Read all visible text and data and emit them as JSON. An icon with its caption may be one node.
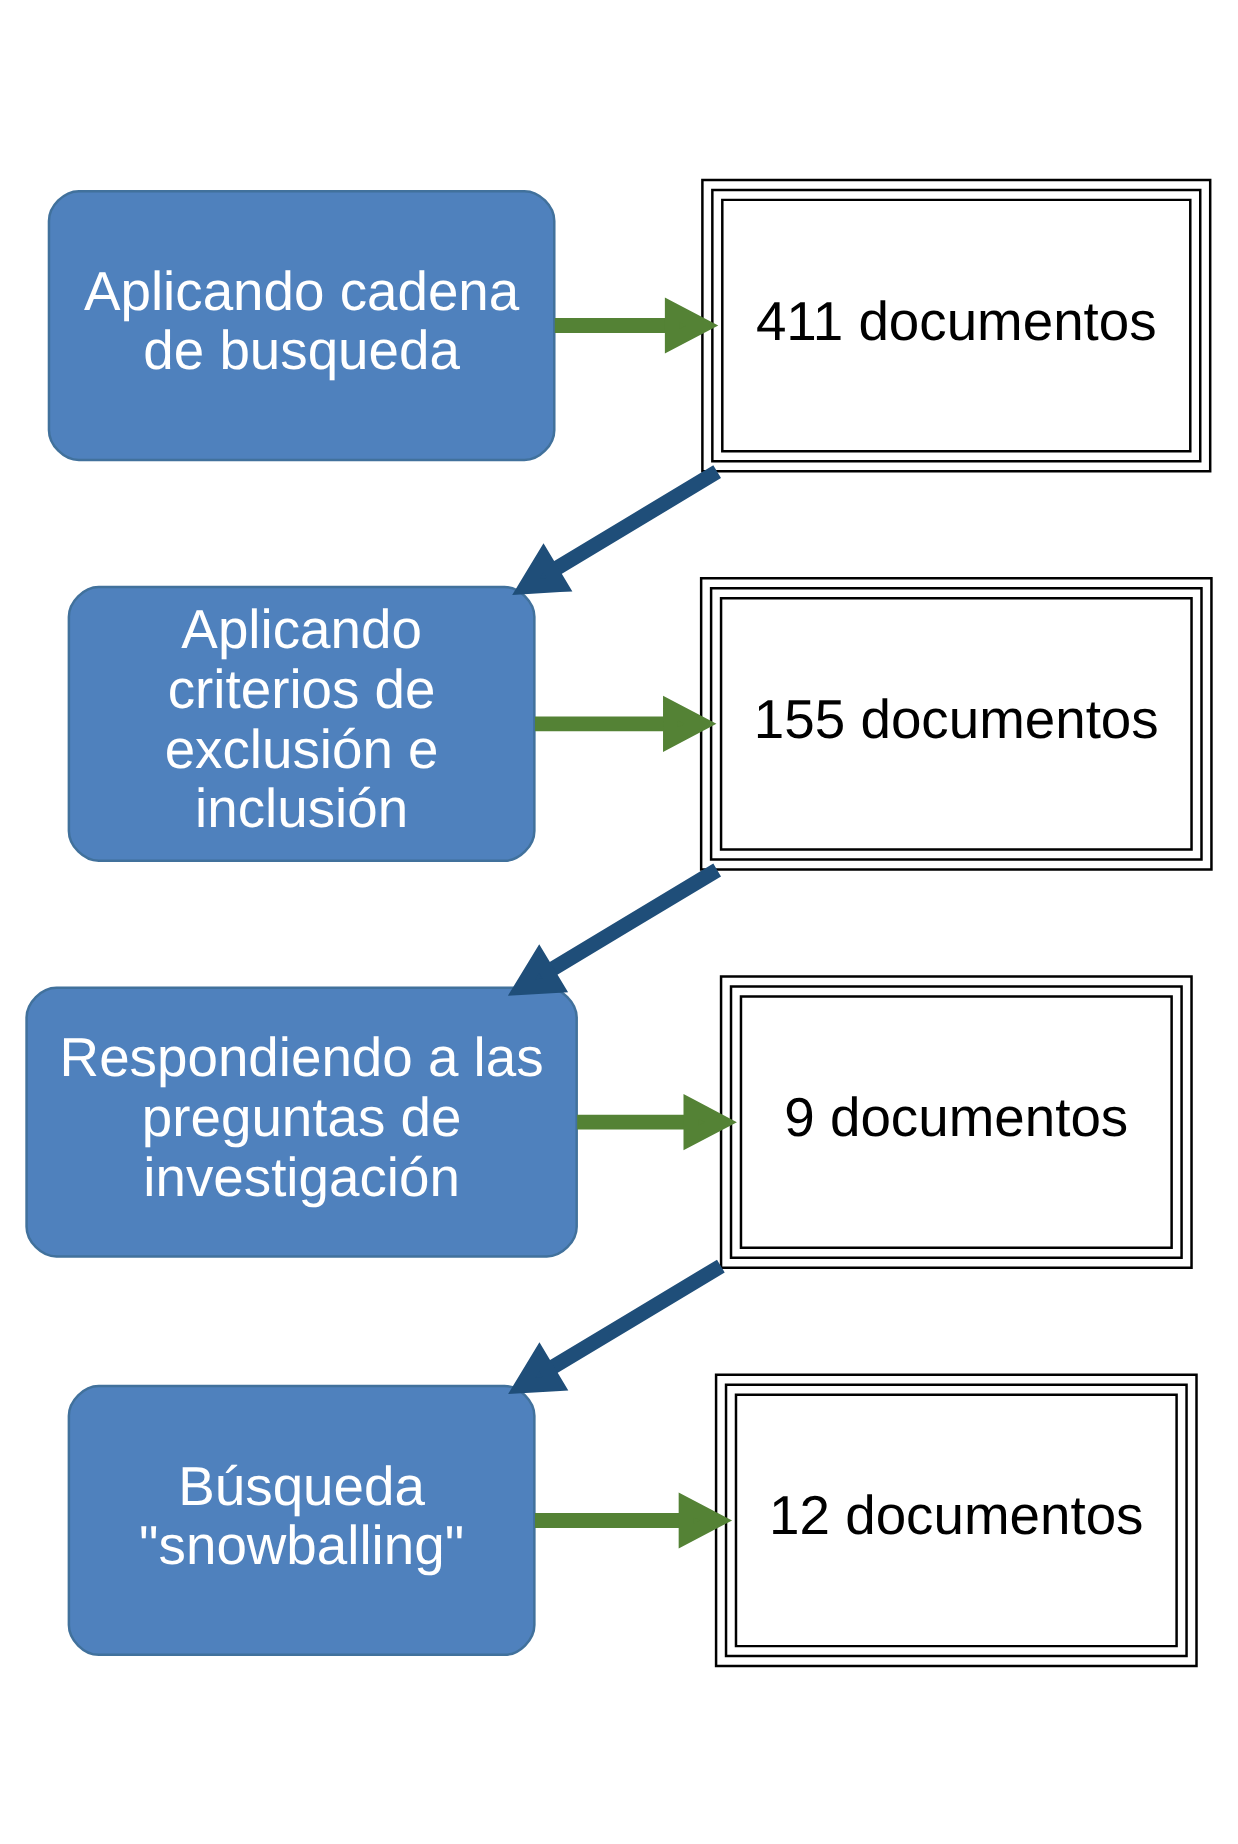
{
  "diagram": {
    "nodes": [
      {
        "text": [
          "Aplicando cadena de busqueda"
        ]
      },
      {
        "text": [
          "411 documentos"
        ]
      },
      {
        "text": [
          "Aplicando criterios de exclusión e inclusión"
        ]
      },
      {
        "text": [
          "155 documentos"
        ]
      },
      {
        "text": [
          "Respondiendo a las preguntas de investigación"
        ]
      },
      {
        "text": [
          "9 documentos"
        ]
      },
      {
        "text": [
          "Búsqueda \"snowballing\""
        ]
      },
      {
        "text": [
          "12 documentos"
        ]
      }
    ],
    "edges": [
      {
        "from": 0,
        "to": 1,
        "arrow": "to"
      },
      {
        "from": 1,
        "to": 2,
        "arrow": "to",
        "color": "#1f4e79"
      },
      {
        "from": 2,
        "to": 3,
        "arrow": "to"
      },
      {
        "from": 3,
        "to": 4,
        "arrow": "to",
        "color": "#1f4e79"
      },
      {
        "from": 4,
        "to": 5,
        "arrow": "to"
      },
      {
        "from": 5,
        "to": 6,
        "arrow": "to",
        "color": "#1f4e79"
      },
      {
        "from": 6,
        "to": 7,
        "arrow": "to"
      }
    ]
  }
}
